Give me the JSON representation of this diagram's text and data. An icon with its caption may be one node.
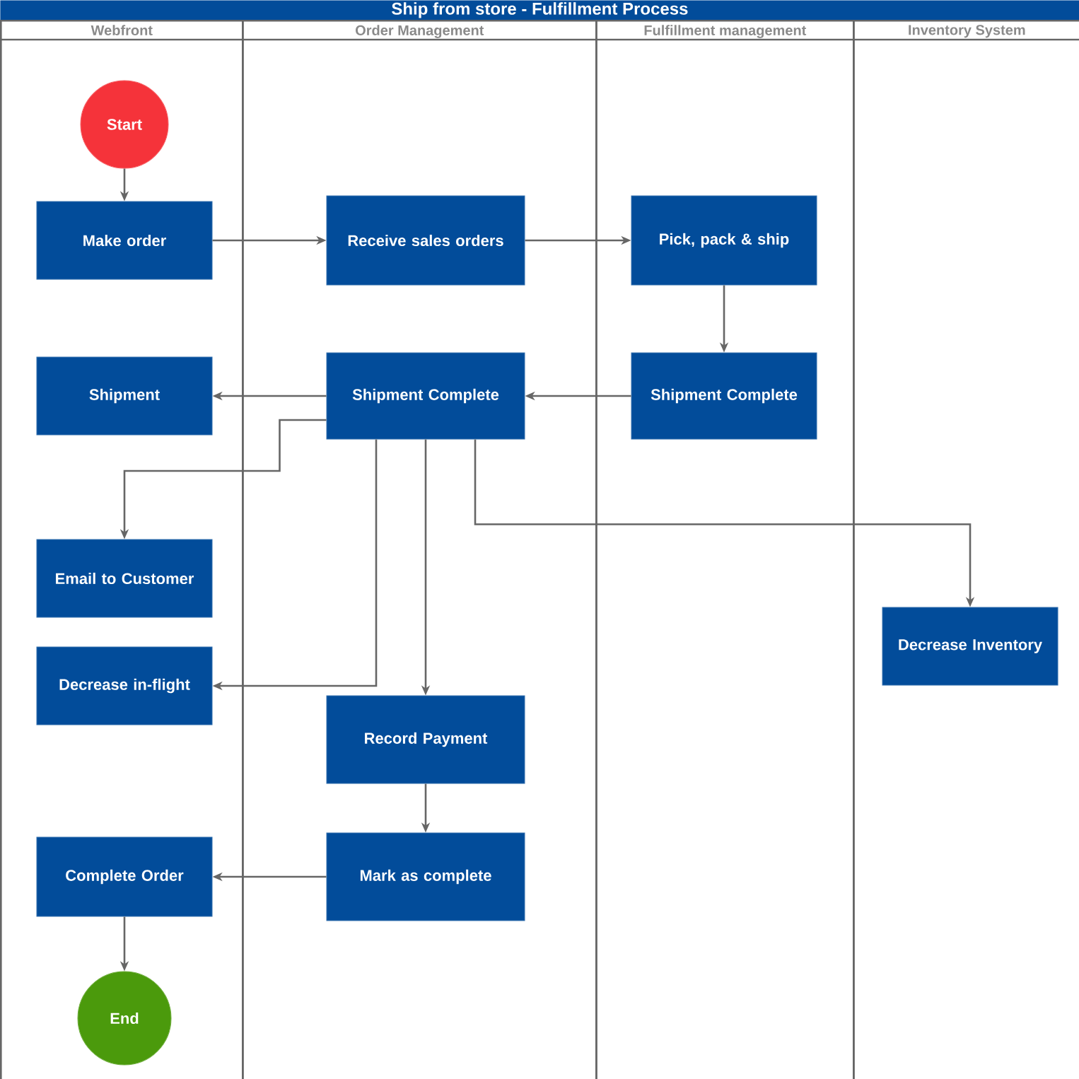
{
  "diagram": {
    "title": "Ship from store - Fulfillment Process",
    "nodes": [
      {
        "text": [
          "Webfront"
        ]
      },
      {
        "text": [
          "Order Management"
        ]
      },
      {
        "text": [
          "Fulfillment management"
        ]
      },
      {
        "text": [
          "Inventory System"
        ]
      },
      {
        "text": [
          "Start"
        ],
        "in": 0
      },
      {
        "text": [
          "Make order"
        ],
        "in": 0
      },
      {
        "text": [
          "Receive sales orders"
        ],
        "in": 1
      },
      {
        "text": [
          "Pick, pack & ship"
        ],
        "in": 2
      },
      {
        "text": [
          "Shipment Complete"
        ],
        "in": 2
      },
      {
        "text": [
          "Shipment Complete"
        ],
        "in": 1
      },
      {
        "text": [
          "Shipment"
        ],
        "in": 0
      },
      {
        "text": [
          "Email to Customer"
        ],
        "in": 0
      },
      {
        "text": [
          "Decrease in-flight"
        ],
        "in": 0
      },
      {
        "text": [
          "Decrease Inventory"
        ],
        "in": 3
      },
      {
        "text": [
          "Record Payment"
        ],
        "in": 1
      },
      {
        "text": [
          "Mark as complete"
        ],
        "in": 1
      },
      {
        "text": [
          "Complete Order"
        ],
        "in": 0
      },
      {
        "text": [
          "End"
        ],
        "in": 0
      }
    ],
    "edges": [
      {
        "from": 4,
        "to": 5,
        "arrow": "to"
      },
      {
        "from": 5,
        "to": 6,
        "arrow": "to"
      },
      {
        "from": 6,
        "to": 7,
        "arrow": "to"
      },
      {
        "from": 7,
        "to": 8,
        "arrow": "to"
      },
      {
        "from": 8,
        "to": 9,
        "arrow": "to"
      },
      {
        "from": 9,
        "to": 10,
        "arrow": "to"
      },
      {
        "from": 9,
        "to": 11,
        "arrow": "to"
      },
      {
        "from": 9,
        "to": 12,
        "arrow": "to"
      },
      {
        "from": 9,
        "to": 14,
        "arrow": "to"
      },
      {
        "from": 9,
        "to": 13,
        "arrow": "to"
      },
      {
        "from": 14,
        "to": 15,
        "arrow": "to"
      },
      {
        "from": 15,
        "to": 16,
        "arrow": "to"
      },
      {
        "from": 16,
        "to": 17,
        "arrow": "to"
      }
    ]
  }
}
